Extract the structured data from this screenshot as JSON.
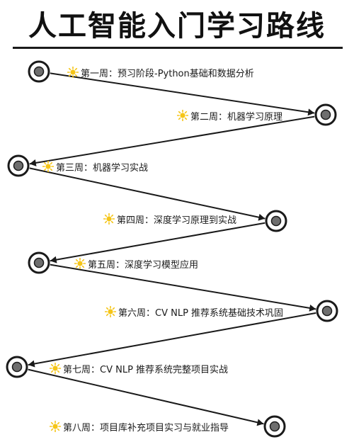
{
  "title": "人工智能入门学习路线",
  "steps": [
    {
      "label": "第一周：预习阶段-Python基础和数据分析",
      "icon": "sun-icon"
    },
    {
      "label": "第二周：机器学习原理",
      "icon": "sun-icon"
    },
    {
      "label": "第三周：机器学习实战",
      "icon": "sun-icon"
    },
    {
      "label": "第四周：深度学习原理到实战",
      "icon": "sun-icon"
    },
    {
      "label": "第五周：深度学习模型应用",
      "icon": "sun-icon"
    },
    {
      "label": "第六周：CV NLP 推荐系统基础技术巩固",
      "icon": "sun-icon"
    },
    {
      "label": "第七周：CV NLP 推荐系统完整项目实战",
      "icon": "sun-icon"
    },
    {
      "label": "第八周：项目库补充项目实习与就业指导",
      "icon": "sun-icon"
    }
  ],
  "colors": {
    "line": "#1a1a1a",
    "node_fill": "#6e6e6e",
    "sun": "#f5c518"
  }
}
